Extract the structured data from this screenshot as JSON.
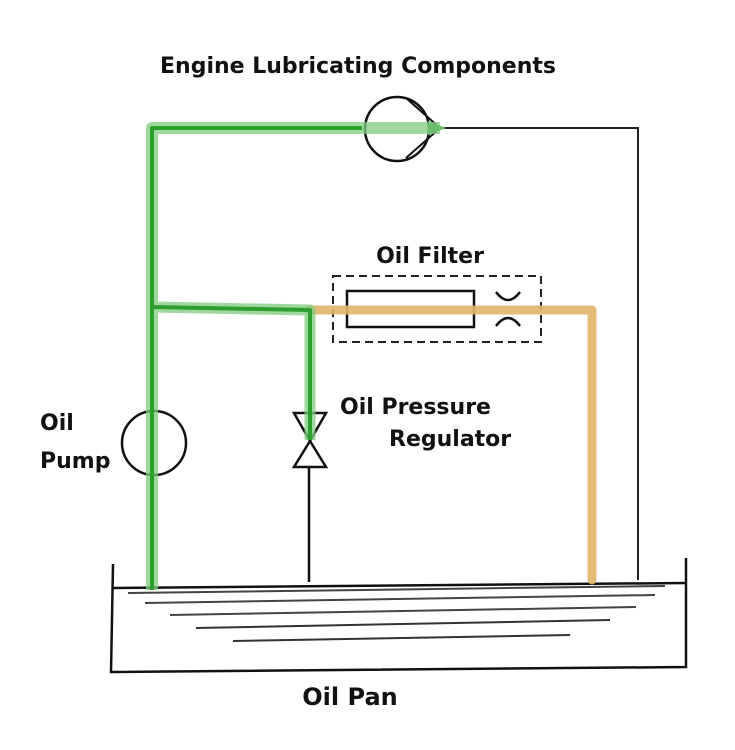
{
  "diagram": {
    "title": "Engine Lubricating Oil Circuit",
    "labels": {
      "engine_components": "Engine Lubricating Components",
      "oil_filter": "Oil Filter",
      "oil_pressure_regulator_line1": "Oil Pressure",
      "oil_pressure_regulator_line2": "Regulator",
      "oil_pump_line1": "Oil",
      "oil_pump_line2": "Pump",
      "oil_pan": "Oil Pan"
    },
    "colors": {
      "pressure_line": "#2e9e2e",
      "pressure_halo": "#7fcc7f",
      "filtered_line": "#e2b46a",
      "outline": "#111111"
    },
    "components": [
      {
        "id": "oil-pan",
        "name": "Oil Pan"
      },
      {
        "id": "oil-pump",
        "name": "Oil Pump"
      },
      {
        "id": "oil-pressure-regulator",
        "name": "Oil Pressure Regulator"
      },
      {
        "id": "oil-filter",
        "name": "Oil Filter"
      },
      {
        "id": "engine-lubricating-components",
        "name": "Engine Lubricating Components"
      }
    ],
    "flows": [
      {
        "from": "Oil Pan",
        "to": "Oil Pump",
        "color": "green"
      },
      {
        "from": "Oil Pump",
        "to": "Engine Lubricating Components",
        "color": "green"
      },
      {
        "from": "Oil Pump",
        "to": "Oil Pressure Regulator",
        "color": "green"
      },
      {
        "from": "Oil Pump",
        "to": "Oil Filter",
        "color": "orange"
      },
      {
        "from": "Oil Filter",
        "to": "Oil Pan",
        "color": "orange"
      },
      {
        "from": "Engine Lubricating Components",
        "to": "Oil Pan",
        "color": "black"
      },
      {
        "from": "Oil Pressure Regulator",
        "to": "Oil Pan",
        "color": "black"
      }
    ]
  }
}
